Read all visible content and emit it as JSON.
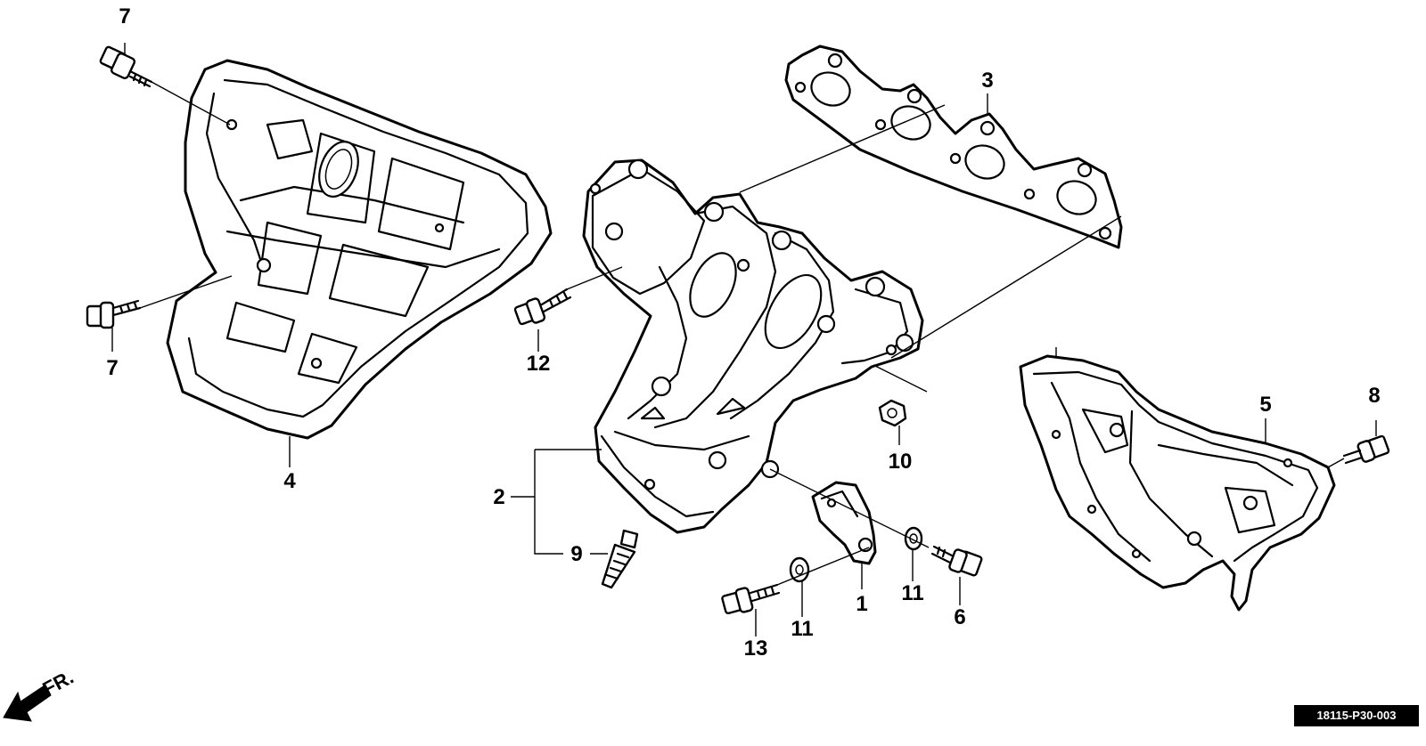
{
  "callouts": {
    "c1": "1",
    "c2": "2",
    "c3": "3",
    "c4": "4",
    "c5": "5",
    "c6": "6",
    "c7a": "7",
    "c7b": "7",
    "c8": "8",
    "c9": "9",
    "c10": "10",
    "c11a": "11",
    "c11b": "11",
    "c12": "12",
    "c13": "13"
  },
  "front_marker": "FR.",
  "reference_code": "18115-P30-003"
}
